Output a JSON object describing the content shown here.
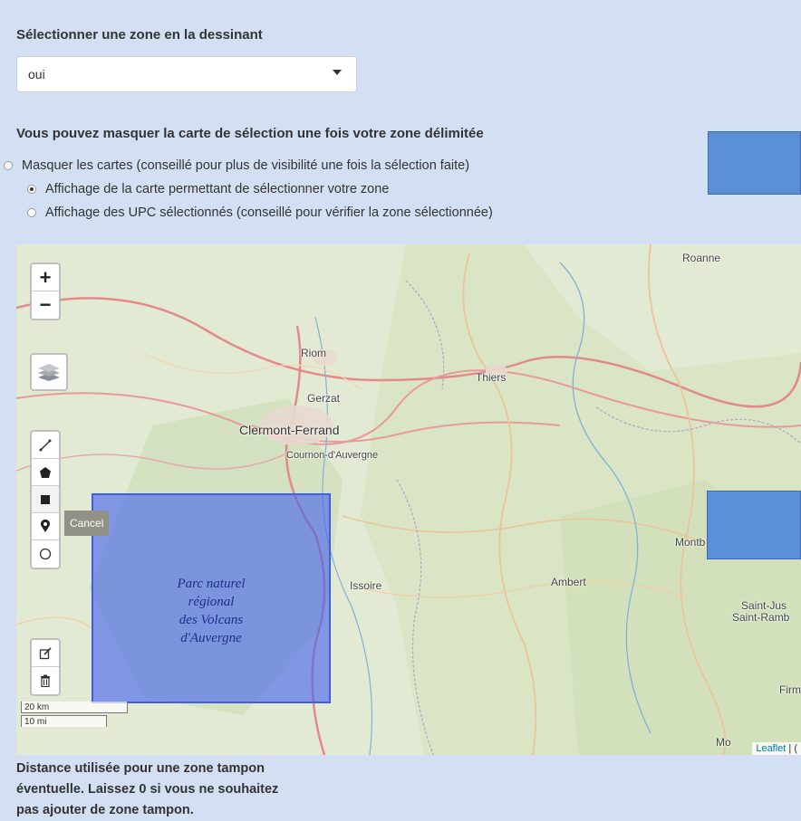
{
  "form": {
    "draw_label": "Sélectionner une zone en la dessinant",
    "draw_select_value": "oui",
    "mask_label": "Vous pouvez masquer la carte de sélection une fois votre zone délimitée",
    "options": [
      "Masquer les cartes (conseillé pour plus de visibilité une fois la sélection faite)",
      "Affichage de la carte permettant de sélectionner votre zone",
      "Affichage des UPC sélectionnés (conseillé pour vérifier la zone sélectionnée)"
    ],
    "selected_option": 1,
    "buffer_label_lines": [
      "Distance utilisée pour une zone tampon",
      "éventuelle. Laissez 0 si vous ne souhaitez",
      "pas ajouter de zone tampon."
    ]
  },
  "map": {
    "zoom_in": "+",
    "zoom_out": "−",
    "cancel_label": "Cancel",
    "places": {
      "roanne": "Roanne",
      "riom": "Riom",
      "thiers": "Thiers",
      "gerzat": "Gerzat",
      "clermont": "Clermont-Ferrand",
      "cournon": "Cournon-d'Auvergne",
      "issoire": "Issoire",
      "ambert": "Ambert",
      "montbrison": "Montb",
      "saint_just": "Saint-Jus",
      "saint_rambert": "Saint-Ramb",
      "firminy": "Firm",
      "mo": "Mo"
    },
    "park_label_lines": [
      "Parc naturel",
      "régional",
      "des Volcans",
      "d'Auvergne"
    ],
    "scale_km": "20 km",
    "scale_mi": "10 mi",
    "attribution_link": "Leaflet",
    "attribution_rest": " | ("
  },
  "colors": {
    "page_bg": "#d3e0f3",
    "overlay_box": "#5b8fd6",
    "drawn_rect": "#4664f0"
  },
  "icons": [
    "layers-icon",
    "draw-polyline-icon",
    "draw-polygon-icon",
    "draw-rectangle-icon",
    "draw-marker-icon",
    "draw-circle-icon",
    "edit-layers-icon",
    "trash-icon"
  ]
}
